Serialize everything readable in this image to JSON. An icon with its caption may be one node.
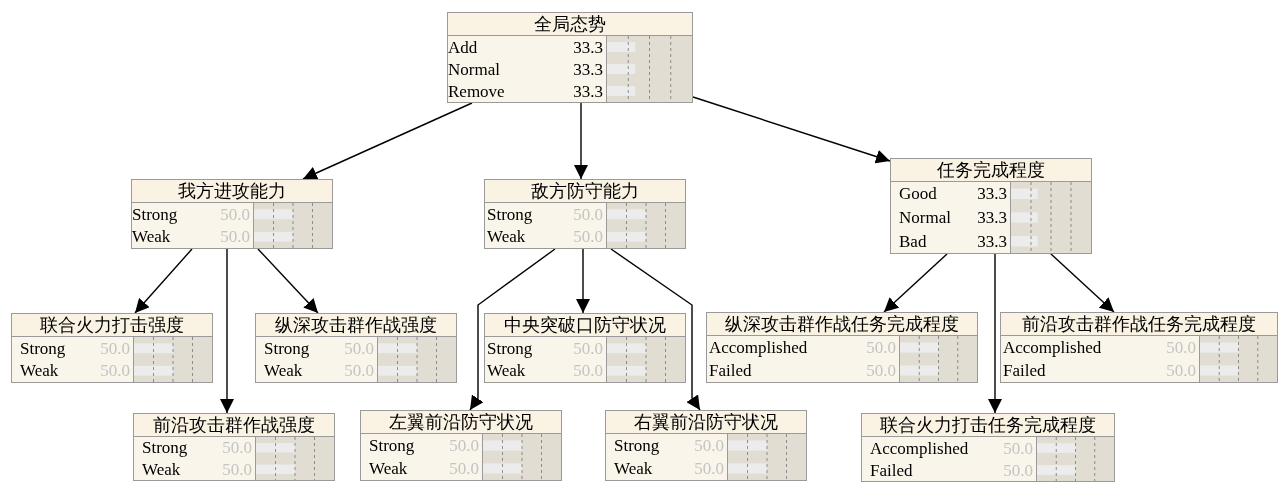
{
  "diagram": {
    "nodes": [
      {
        "text": [
          "全局态势",
          "Add",
          "33.3",
          "Normal",
          "33.3",
          "Remove",
          "33.3"
        ]
      },
      {
        "text": [
          "我方进攻能力",
          "Strong",
          "50.0",
          "Weak",
          "50.0"
        ]
      },
      {
        "text": [
          "敌方防守能力",
          "Strong",
          "50.0",
          "Weak",
          "50.0"
        ]
      },
      {
        "text": [
          "任务完成程度",
          "Good",
          "33.3",
          "Normal",
          "33.3",
          "Bad",
          "33.3"
        ]
      },
      {
        "text": [
          "联合火力打击强度",
          "Strong",
          "50.0",
          "Weak",
          "50.0"
        ]
      },
      {
        "text": [
          "纵深攻击群作战强度",
          "Strong",
          "50.0",
          "Weak",
          "50.0"
        ]
      },
      {
        "text": [
          "中央突破口防守状况",
          "Strong",
          "50.0",
          "Weak",
          "50.0"
        ]
      },
      {
        "text": [
          "纵深攻击群作战任务完成程度",
          "Accomplished",
          "50.0",
          "Failed",
          "50.0"
        ]
      },
      {
        "text": [
          "前沿攻击群作战任务完成程度",
          "Accomplished",
          "50.0",
          "Failed",
          "50.0"
        ]
      },
      {
        "text": [
          "前沿攻击群作战强度",
          "Strong",
          "50.0",
          "Weak",
          "50.0"
        ]
      },
      {
        "text": [
          "左翼前沿防守状况",
          "Strong",
          "50.0",
          "Weak",
          "50.0"
        ]
      },
      {
        "text": [
          "右翼前沿防守状况",
          "Strong",
          "50.0",
          "Weak",
          "50.0"
        ]
      },
      {
        "text": [
          "联合火力打击任务完成程度",
          "Accomplished",
          "50.0",
          "Failed",
          "50.0"
        ]
      }
    ],
    "edges": [
      {
        "from": 0,
        "to": 1,
        "arrow": "to"
      },
      {
        "from": 0,
        "to": 2,
        "arrow": "to"
      },
      {
        "from": 0,
        "to": 3,
        "arrow": "to"
      },
      {
        "from": 1,
        "to": 4,
        "arrow": "to"
      },
      {
        "from": 1,
        "to": 9,
        "arrow": "to"
      },
      {
        "from": 1,
        "to": 5,
        "arrow": "to"
      },
      {
        "from": 2,
        "to": 6,
        "arrow": "to"
      },
      {
        "from": 2,
        "to": 10,
        "arrow": "to"
      },
      {
        "from": 2,
        "to": 11,
        "arrow": "to"
      },
      {
        "from": 3,
        "to": 7,
        "arrow": "to"
      },
      {
        "from": 3,
        "to": 12,
        "arrow": "to"
      },
      {
        "from": 3,
        "to": 8,
        "arrow": "to"
      }
    ]
  }
}
